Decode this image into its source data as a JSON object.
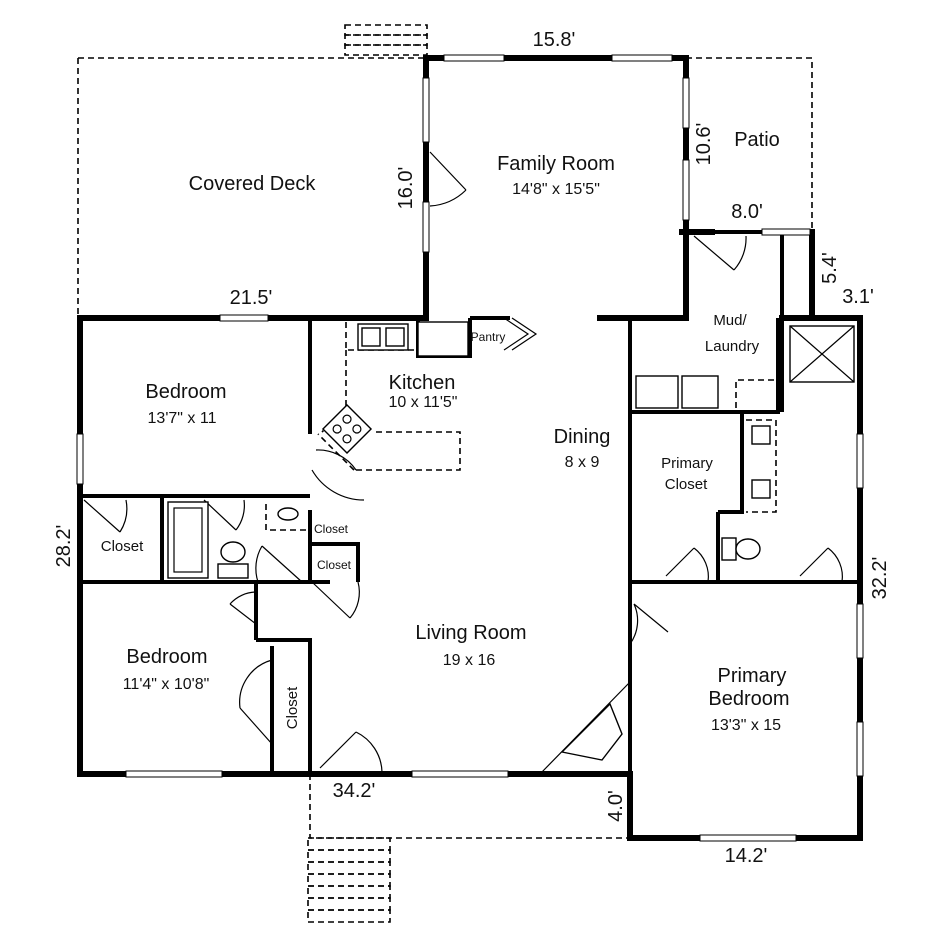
{
  "rooms": {
    "covered_deck": {
      "name": "Covered Deck"
    },
    "family_room": {
      "name": "Family Room",
      "size": "14'8\" x 15'5\""
    },
    "patio": {
      "name": "Patio"
    },
    "mud_laundry": {
      "line1": "Mud/",
      "line2": "Laundry"
    },
    "kitchen": {
      "name": "Kitchen",
      "size": "10 x 11'5\""
    },
    "pantry": {
      "name": "Pantry"
    },
    "bedroom1": {
      "name": "Bedroom",
      "size": "13'7\" x 11"
    },
    "dining": {
      "name": "Dining",
      "size": "8 x 9"
    },
    "primary_closet": {
      "line1": "Primary",
      "line2": "Closet"
    },
    "closet_left": {
      "name": "Closet"
    },
    "closet_hall1": {
      "name": "Closet"
    },
    "closet_hall2": {
      "name": "Closet"
    },
    "living_room": {
      "name": "Living Room",
      "size": "19 x 16"
    },
    "bedroom2": {
      "name": "Bedroom",
      "size": "11'4\" x 10'8\""
    },
    "closet_vertical": {
      "name": "Closet"
    },
    "primary_bedroom": {
      "line1": "Primary",
      "line2": "Bedroom",
      "size": "13'3\" x 15"
    }
  },
  "dimensions": {
    "top_family": "15.8'",
    "family_side": "16.0'",
    "patio_side": "10.6'",
    "patio_bottom": "8.0'",
    "patio_right": "5.4'",
    "primary_bath_top": "3.1'",
    "bedroom_top": "21.5'",
    "left_side": "28.2'",
    "right_side": "32.2'",
    "bottom_main": "34.2'",
    "bottom_step": "4.0'",
    "bottom_primary": "14.2'"
  }
}
